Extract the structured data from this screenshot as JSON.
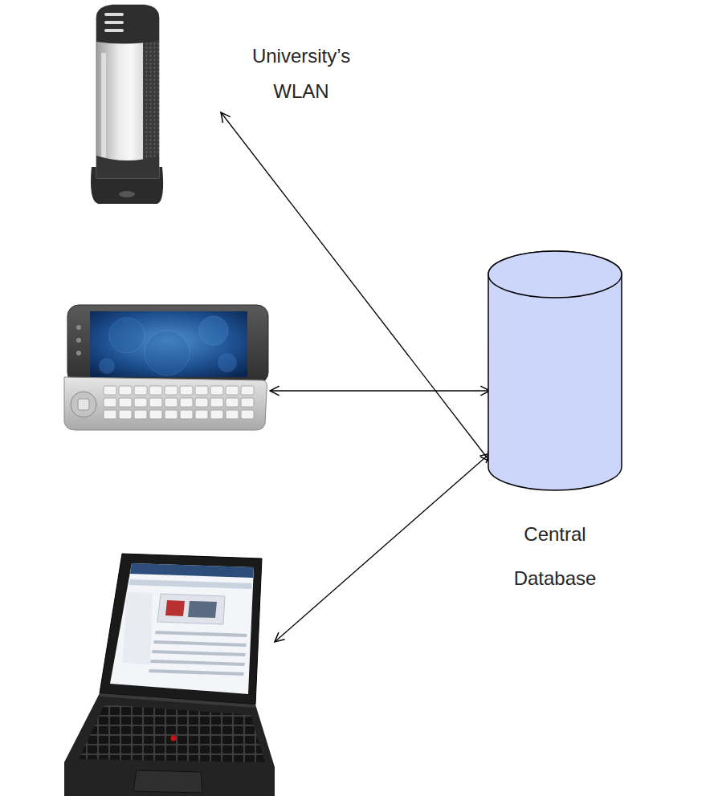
{
  "diagram": {
    "nodes": [
      {
        "text": [
          "University’s WLAN"
        ]
      },
      {
        "text": []
      },
      {
        "text": []
      },
      {
        "text": [
          "Central Database"
        ]
      }
    ],
    "edges": [
      {
        "from": 0,
        "to": 3,
        "arrow": "both"
      },
      {
        "from": 1,
        "to": 3,
        "arrow": "both"
      },
      {
        "from": 2,
        "to": 3,
        "arrow": "both"
      }
    ]
  }
}
